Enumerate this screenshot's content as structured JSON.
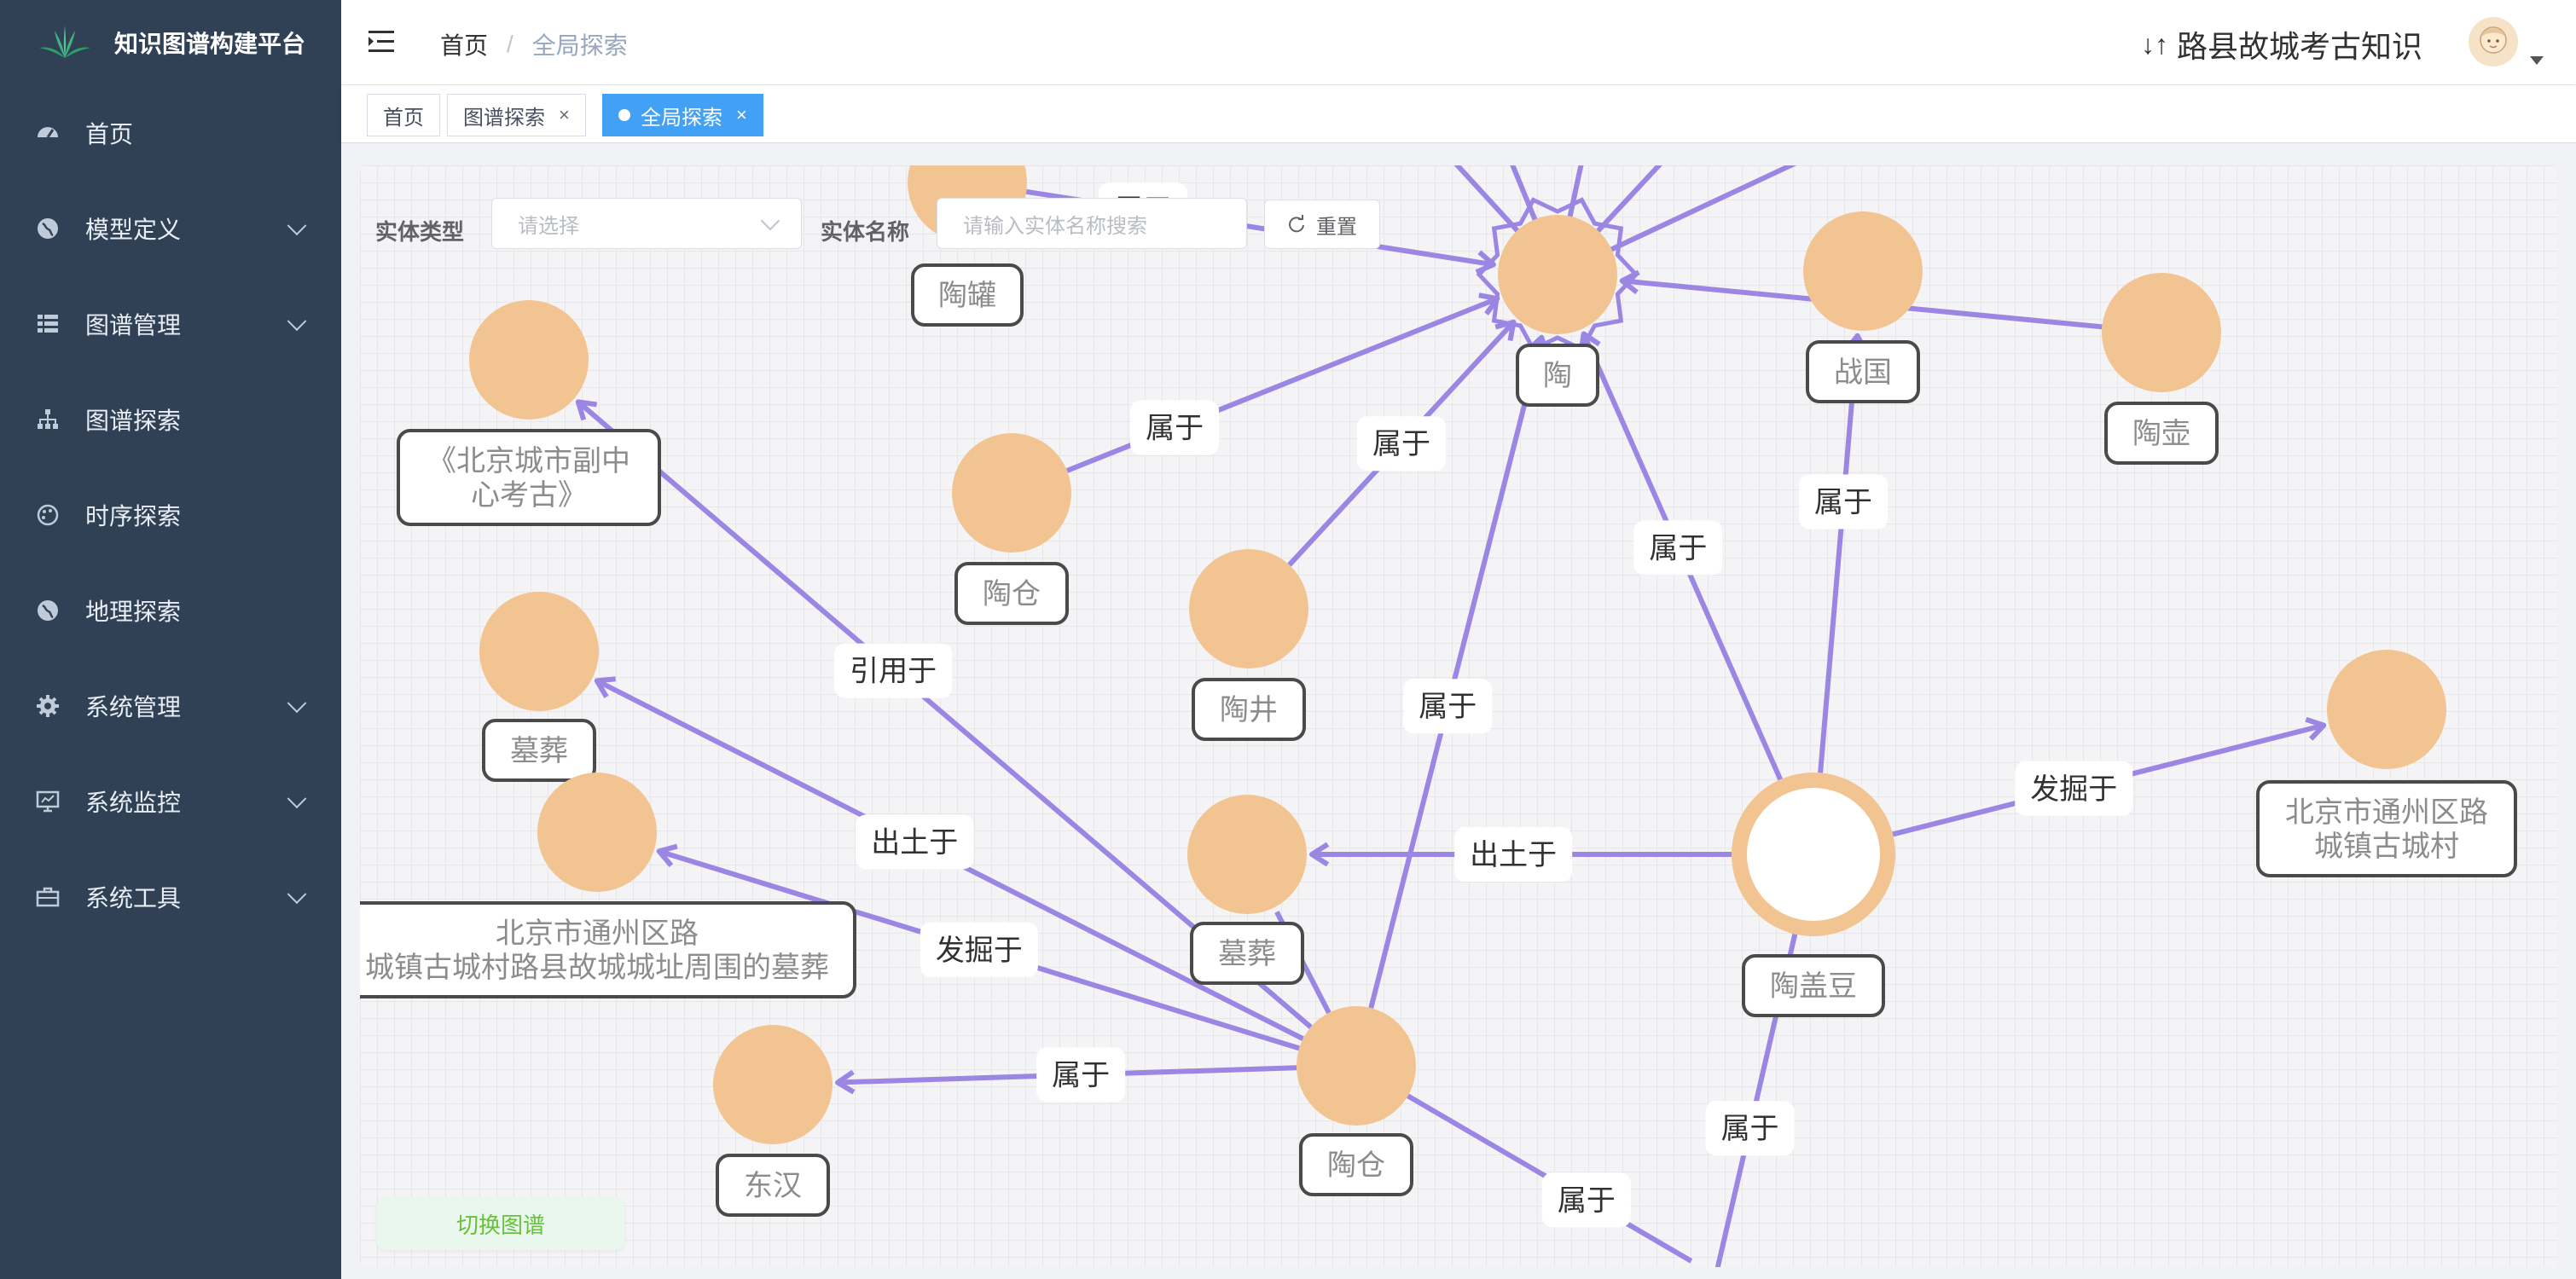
{
  "brand": {
    "title": "知识图谱构建平台"
  },
  "sidebar": {
    "items": [
      {
        "label": "首页",
        "icon": "dashboard-icon",
        "has_children": false
      },
      {
        "label": "模型定义",
        "icon": "globe-icon",
        "has_children": true
      },
      {
        "label": "图谱管理",
        "icon": "list-icon",
        "has_children": true
      },
      {
        "label": "图谱探索",
        "icon": "tree-icon",
        "has_children": false
      },
      {
        "label": "时序探索",
        "icon": "palette-icon",
        "has_children": false
      },
      {
        "label": "地理探索",
        "icon": "globe-icon",
        "has_children": false
      },
      {
        "label": "系统管理",
        "icon": "gear-icon",
        "has_children": true
      },
      {
        "label": "系统监控",
        "icon": "monitor-icon",
        "has_children": true
      },
      {
        "label": "系统工具",
        "icon": "toolbox-icon",
        "has_children": true
      }
    ]
  },
  "header": {
    "breadcrumb": [
      "首页",
      "全局探索"
    ],
    "breadcrumb_sep": "/",
    "site_title": "路县故城考古知识",
    "site_title_prefix": "↓↑"
  },
  "tags": [
    {
      "label": "首页",
      "closable": false,
      "active": false
    },
    {
      "label": "图谱探索",
      "closable": true,
      "active": false
    },
    {
      "label": "全局探索",
      "closable": true,
      "active": true
    }
  ],
  "tag_close": "×",
  "filter": {
    "type_label": "实体类型",
    "type_placeholder": "请选择",
    "name_label": "实体名称",
    "name_placeholder": "请输入实体名称搜索",
    "reset_label": "重置",
    "switch_label": "切换图谱"
  },
  "colors": {
    "sidebar": "#304156",
    "node": "#f2c491",
    "edge": "#9b87e3",
    "active_tag": "#42a0f5"
  },
  "graph": {
    "nodes": [
      {
        "id": "n_jar",
        "label": "陶罐"
      },
      {
        "id": "n_tao",
        "label": "陶"
      },
      {
        "id": "n_zg",
        "label": "战国"
      },
      {
        "id": "n_hu",
        "label": "陶壶"
      },
      {
        "id": "n_bk",
        "label": "《北京城市副中\n心考古》"
      },
      {
        "id": "n_cang1",
        "label": "陶仓"
      },
      {
        "id": "n_jing",
        "label": "陶井"
      },
      {
        "id": "n_mz1",
        "label": "墓葬"
      },
      {
        "id": "n_tz",
        "label": "北京市通州区路\n城镇古城村路县故城城址周围的墓葬"
      },
      {
        "id": "n_mz2",
        "label": "墓葬"
      },
      {
        "id": "n_dou",
        "label": "陶盖豆",
        "selected": true
      },
      {
        "id": "n_gcc",
        "label": "北京市通州区路\n城镇古城村"
      },
      {
        "id": "n_dh",
        "label": "东汉"
      },
      {
        "id": "n_cang2",
        "label": "陶仓"
      }
    ],
    "edges": [
      {
        "from": "n_jar",
        "to": "n_tao",
        "label": "属于"
      },
      {
        "from": "n_cang1",
        "to": "n_tao",
        "label": "属于"
      },
      {
        "from": "n_jing",
        "to": "n_tao",
        "label": "属于"
      },
      {
        "from": "n_cang2",
        "to": "n_tao",
        "label": "属于"
      },
      {
        "from": "n_dou",
        "to": "n_tao",
        "label": "属于"
      },
      {
        "from": "n_hu",
        "to": "n_tao",
        "label": ""
      },
      {
        "from": "n_dou",
        "to": "n_zg",
        "label": "属于"
      },
      {
        "from": "n_cang2",
        "to": "n_bk",
        "label": "引用于"
      },
      {
        "from": "n_cang2",
        "to": "n_mz1",
        "label": "出土于"
      },
      {
        "from": "n_cang2",
        "to": "n_tz",
        "label": "发掘于"
      },
      {
        "from": "n_cang2",
        "to": "n_dh",
        "label": "属于"
      },
      {
        "from": "n_cang2",
        "to": "n_mz2",
        "label": ""
      },
      {
        "from": "n_dou",
        "to": "n_mz2",
        "label": "出土于"
      },
      {
        "from": "n_dou",
        "to": "n_gcc",
        "label": "发掘于"
      },
      {
        "from": "n_cang2",
        "to": "off_bottom",
        "label": "属于"
      },
      {
        "from": "n_dou",
        "to": "off_bottom",
        "label": "属于"
      }
    ]
  }
}
